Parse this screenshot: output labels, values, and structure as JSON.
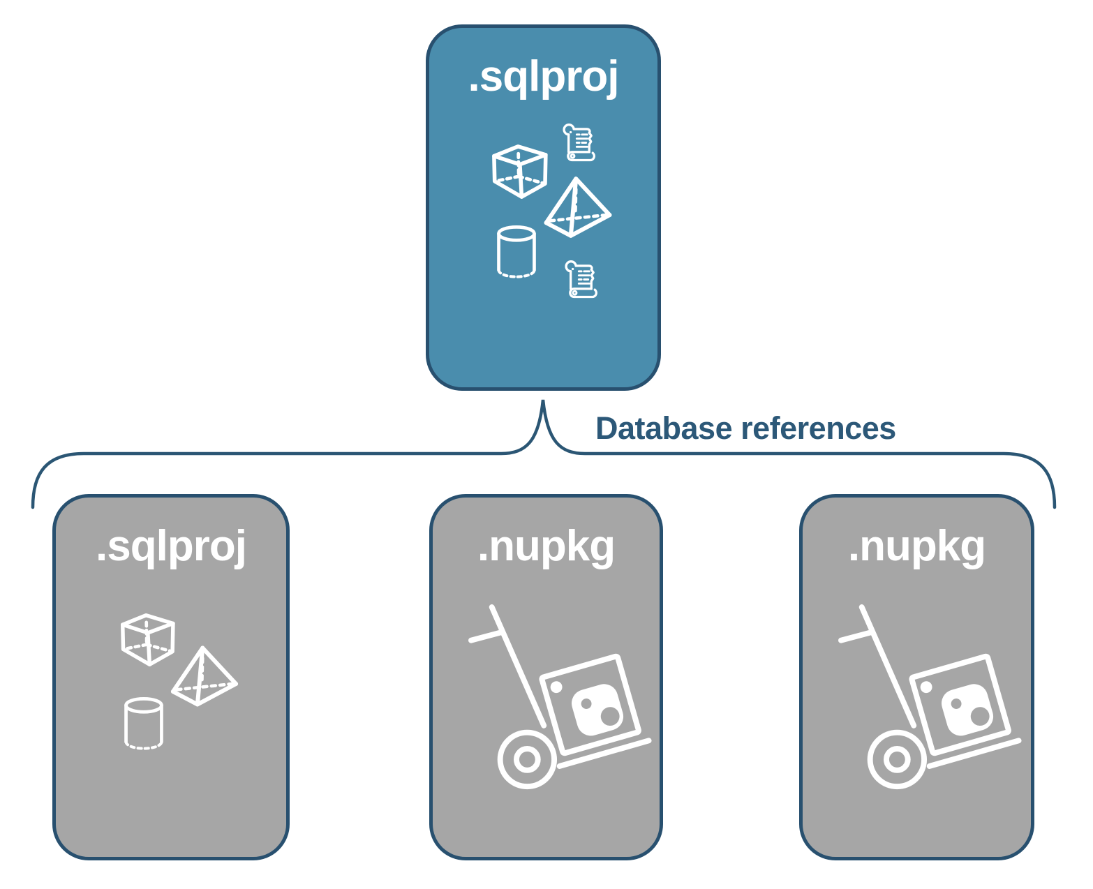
{
  "colors": {
    "background": "#FFFFFF",
    "root_fill": "#4A8DAD",
    "child_fill": "#A6A6A6",
    "outline": "#28506F",
    "label_text": "#FFFFFF",
    "connector_color": "#2B5674",
    "connector_text_color": "#2C5878"
  },
  "root_node": {
    "label": ".sqlproj",
    "icons": [
      "cube-icon",
      "scroll-icon",
      "pyramid-icon",
      "cylinder-icon",
      "scroll-icon"
    ]
  },
  "connector": {
    "label": "Database references"
  },
  "child_nodes": [
    {
      "label": ".sqlproj",
      "icons": [
        "cube-icon",
        "pyramid-icon",
        "cylinder-icon"
      ]
    },
    {
      "label": ".nupkg",
      "icons": [
        "nuget-hand-truck-icon"
      ]
    },
    {
      "label": ".nupkg",
      "icons": [
        "nuget-hand-truck-icon"
      ]
    }
  ]
}
